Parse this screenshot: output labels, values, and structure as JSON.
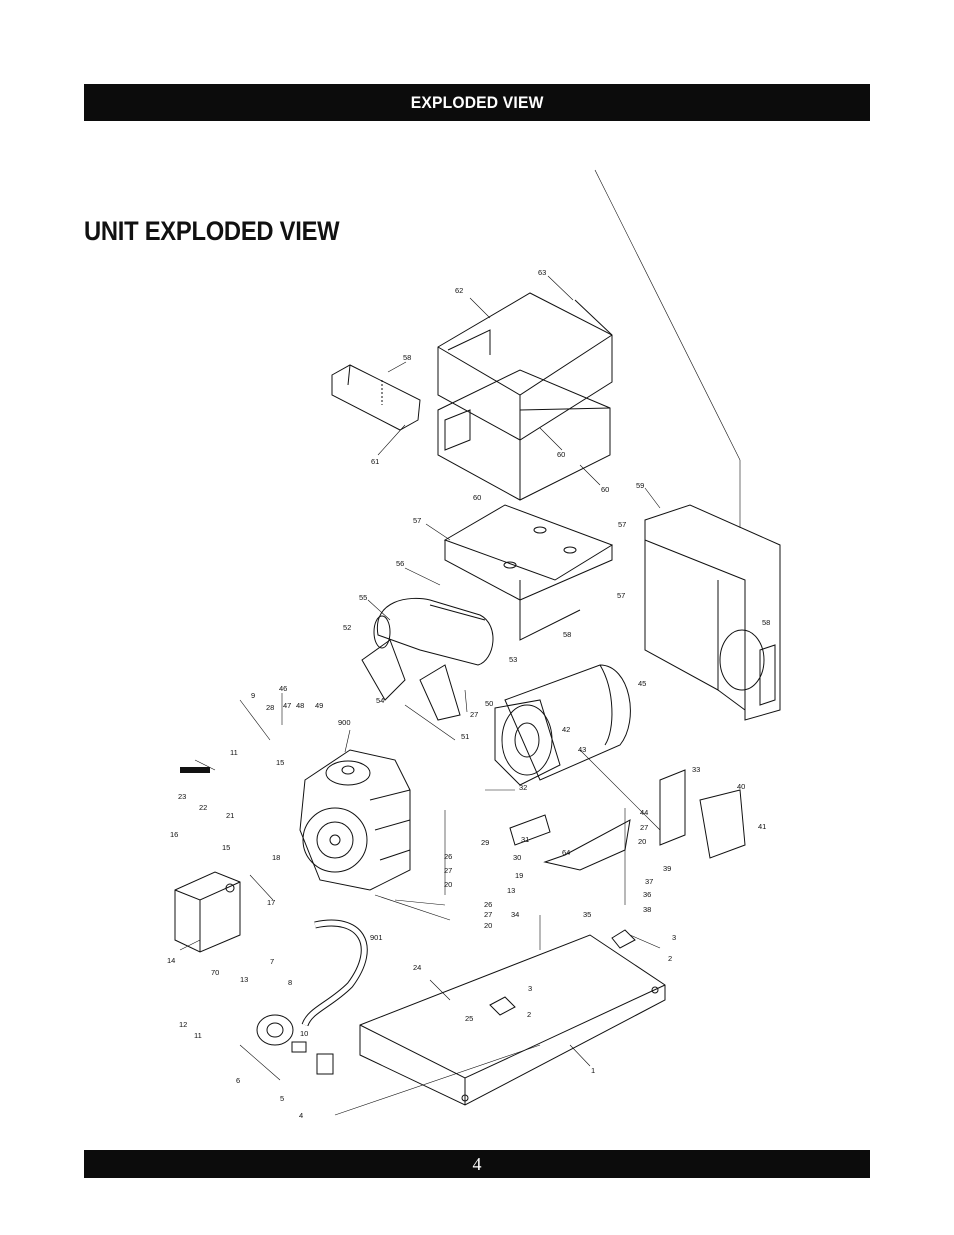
{
  "header": {
    "title": "EXPLODED VIEW"
  },
  "page_title": "UNIT EXPLODED VIEW",
  "footer": {
    "page_number": "4"
  },
  "callouts": [
    "63",
    "62",
    "58",
    "61",
    "60",
    "60",
    "60",
    "59",
    "57",
    "57",
    "56",
    "57",
    "58",
    "55",
    "52",
    "53",
    "45",
    "58",
    "54",
    "27",
    "50",
    "46",
    "47",
    "48",
    "49",
    "9",
    "11",
    "28",
    "15",
    "900",
    "43",
    "42",
    "51",
    "23",
    "22",
    "21",
    "33",
    "40",
    "32",
    "44",
    "27",
    "20",
    "41",
    "16",
    "15",
    "18",
    "29",
    "31",
    "30",
    "26",
    "27",
    "20",
    "64",
    "39",
    "19",
    "37",
    "13",
    "36",
    "38",
    "17",
    "26",
    "27",
    "20",
    "34",
    "35",
    "3",
    "14",
    "2",
    "901",
    "7",
    "70",
    "13",
    "24",
    "3",
    "8",
    "12",
    "11",
    "25",
    "2",
    "10",
    "1",
    "6",
    "5",
    "4"
  ]
}
